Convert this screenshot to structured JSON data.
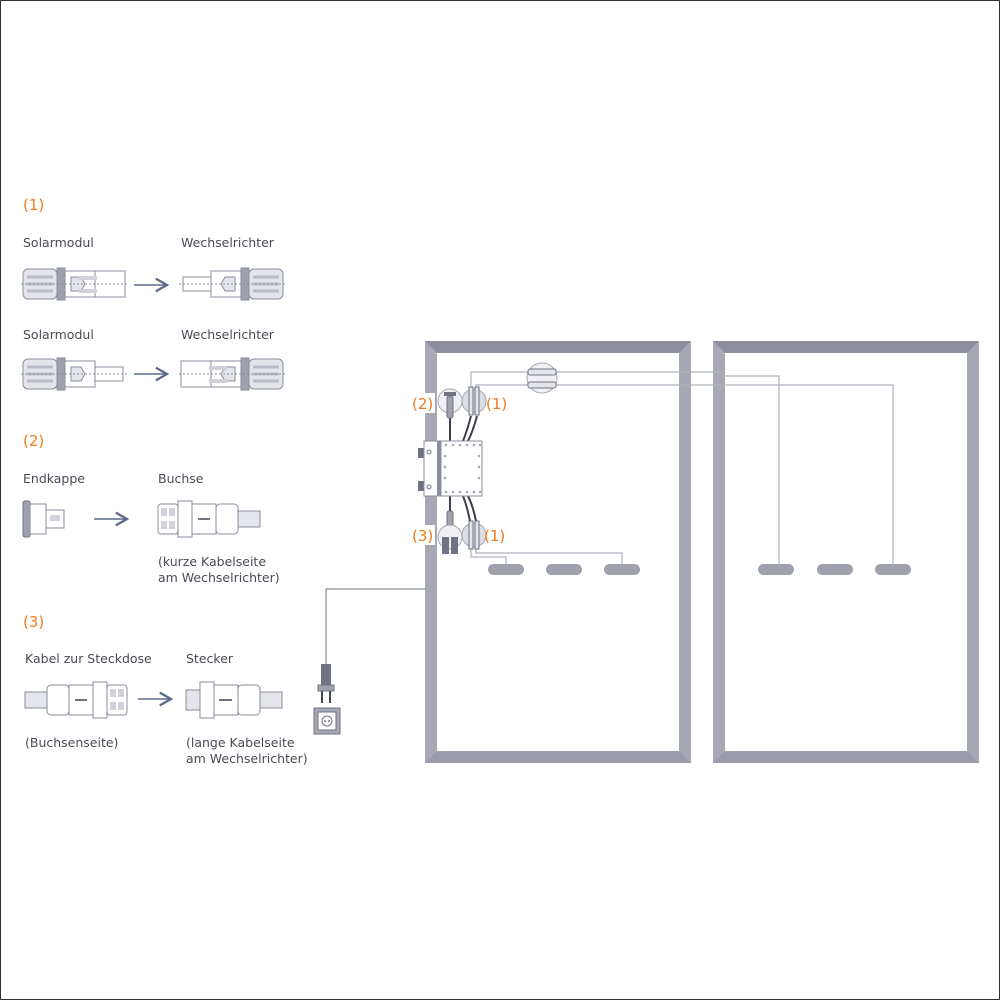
{
  "colors": {
    "accent": "#f07a1a",
    "text": "#4a4a55",
    "line": "#8a8d9c",
    "frame": "#a6a8b5",
    "connector": "#c9cad3"
  },
  "legend": {
    "section1": {
      "number": "(1)",
      "row1": {
        "from": "Solarmodul",
        "to": "Wechselrichter"
      },
      "row2": {
        "from": "Solarmodul",
        "to": "Wechselrichter"
      }
    },
    "section2": {
      "number": "(2)",
      "from": "Endkappe",
      "to": "Buchse",
      "note_line1": "(kurze Kabelseite",
      "note_line2": "am Wechselrichter)"
    },
    "section3": {
      "number": "(3)",
      "from": "Kabel zur Steckdose",
      "to": "Stecker",
      "from_note": "(Buchsenseite)",
      "note_line1": "(lange Kabelseite",
      "note_line2": "am Wechselrichter)"
    }
  },
  "diagram": {
    "callouts": {
      "top_left": "(2)",
      "top_right": "(1)",
      "bottom_left": "(3)",
      "bottom_right": "(1)"
    },
    "icons": [
      "arrow-right-icon",
      "mc4-connector-icon",
      "end-cap-icon",
      "socket-icon",
      "plug-icon",
      "inverter-icon",
      "solar-panel-icon"
    ]
  }
}
